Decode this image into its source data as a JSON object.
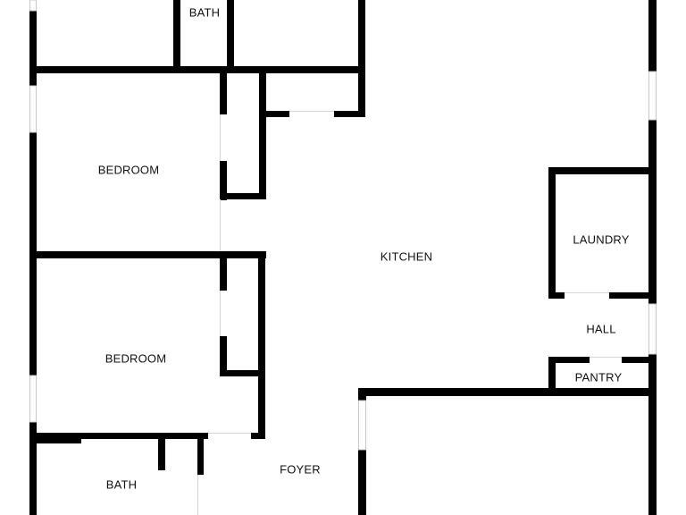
{
  "floor_plan": {
    "colors": {
      "wall": "#000000",
      "window_frame": "#c8c8c8",
      "background": "#ffffff",
      "label": "#111111"
    },
    "rooms": {
      "bath_upper": "BATH",
      "bedroom_upper": "BEDROOM",
      "kitchen": "KITCHEN",
      "laundry": "LAUNDRY",
      "bedroom_lower": "BEDROOM",
      "hall": "HALL",
      "pantry": "PANTRY",
      "foyer": "FOYER",
      "bath_lower": "BATH"
    }
  }
}
